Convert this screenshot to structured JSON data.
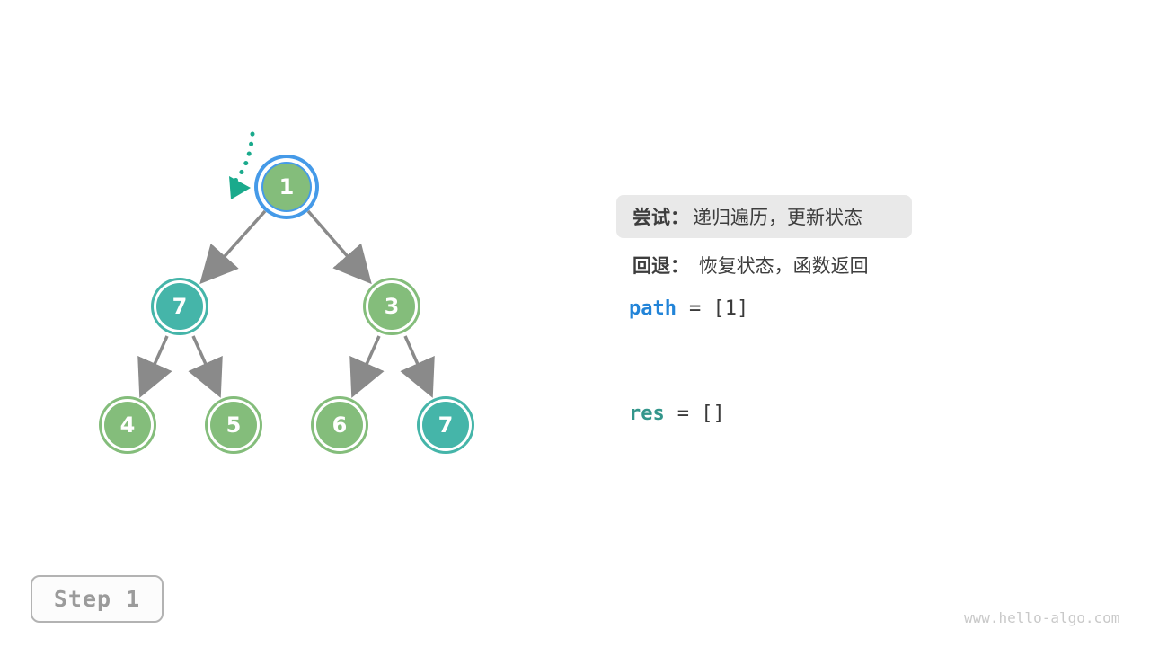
{
  "figure": {
    "step_label": "Step 1",
    "watermark": "www.hello-algo.com"
  },
  "panel": {
    "try": {
      "label": "尝试：",
      "text": "递归遍历，更新状态"
    },
    "back": {
      "label": "回退：",
      "text": "恢复状态，函数返回"
    },
    "path": {
      "name": "path",
      "value": "= [1]"
    },
    "res": {
      "name": "res",
      "value": "= []"
    }
  },
  "tree": {
    "nodes": [
      {
        "value": "1",
        "state": "current"
      },
      {
        "value": "7",
        "state": "target"
      },
      {
        "value": "3",
        "state": "default"
      },
      {
        "value": "4",
        "state": "default"
      },
      {
        "value": "5",
        "state": "default"
      },
      {
        "value": "6",
        "state": "default"
      },
      {
        "value": "7",
        "state": "target"
      }
    ],
    "edges": [
      [
        0,
        1
      ],
      [
        0,
        2
      ],
      [
        1,
        3
      ],
      [
        1,
        4
      ],
      [
        2,
        5
      ],
      [
        2,
        6
      ]
    ]
  },
  "colors": {
    "node_green": "#84bd7b",
    "node_teal": "#45b5a9",
    "current_ring_blue": "#459ae8",
    "edge_gray": "#8a8a8a",
    "pointer_teal": "#1aaa8c",
    "path_blue": "#2284d8",
    "res_teal": "#33968b",
    "try_box_bg": "#e9e9e9"
  }
}
